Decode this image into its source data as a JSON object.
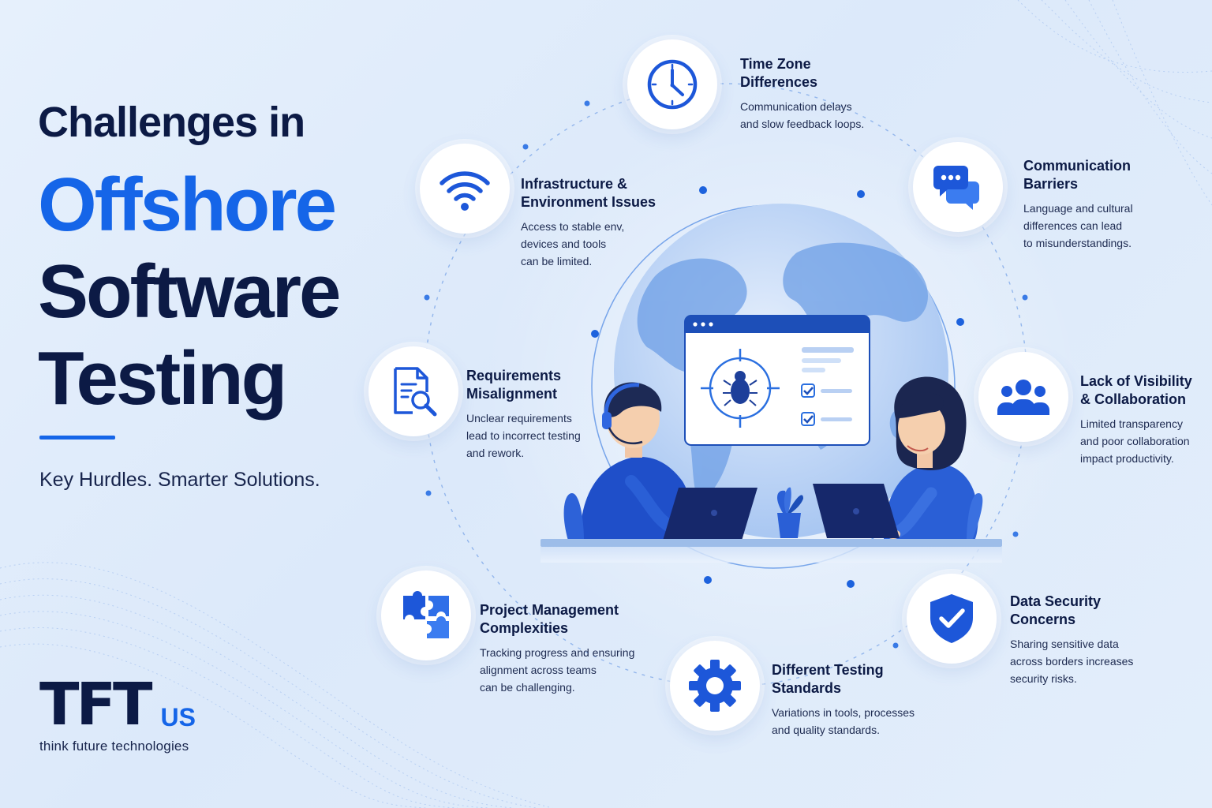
{
  "title": {
    "line1": "Challenges in",
    "line2": "Offshore",
    "line3": "Software",
    "line4": "Testing"
  },
  "tagline": "Key Hurdles. Smarter Solutions.",
  "logo": {
    "mark": "TFT",
    "suffix": "US",
    "subtitle": "think future technologies"
  },
  "colors": {
    "accent": "#1565e8",
    "navy": "#0c1a45",
    "background": "#e3eefb"
  },
  "challenges": {
    "time_zone": {
      "icon": "clock-icon",
      "title": [
        "Time Zone",
        "Differences"
      ],
      "desc": [
        "Communication delays",
        "and slow feedback loops."
      ]
    },
    "communication": {
      "icon": "chat-bubbles-icon",
      "title": [
        "Communication",
        "Barriers"
      ],
      "desc": [
        "Language and cultural",
        "differences can lead",
        "to misunderstandings."
      ]
    },
    "infrastructure": {
      "icon": "wifi-icon",
      "title": [
        "Infrastructure &",
        "Environment Issues"
      ],
      "desc": [
        "Access to stable env,",
        "devices and tools",
        "can be limited."
      ]
    },
    "requirements": {
      "icon": "document-search-icon",
      "title": [
        "Requirements",
        "Misalignment"
      ],
      "desc": [
        "Unclear requirements",
        "lead to incorrect testing",
        "and rework."
      ]
    },
    "visibility": {
      "icon": "team-icon",
      "title": [
        "Lack of Visibility",
        "& Collaboration"
      ],
      "desc": [
        "Limited transparency",
        "and poor collaboration",
        "impact productivity."
      ]
    },
    "project_management": {
      "icon": "puzzle-icon",
      "title": [
        "Project Management",
        "Complexities"
      ],
      "desc": [
        "Tracking progress and ensuring",
        "alignment across teams",
        "can be challenging."
      ]
    },
    "data_security": {
      "icon": "shield-check-icon",
      "title": [
        "Data Security",
        "Concerns"
      ],
      "desc": [
        "Sharing sensitive data",
        "across borders increases",
        "security risks."
      ]
    },
    "testing_standards": {
      "icon": "gear-icon",
      "title": [
        "Different Testing",
        "Standards"
      ],
      "desc": [
        "Variations in tools, processes",
        "and quality standards."
      ]
    }
  }
}
